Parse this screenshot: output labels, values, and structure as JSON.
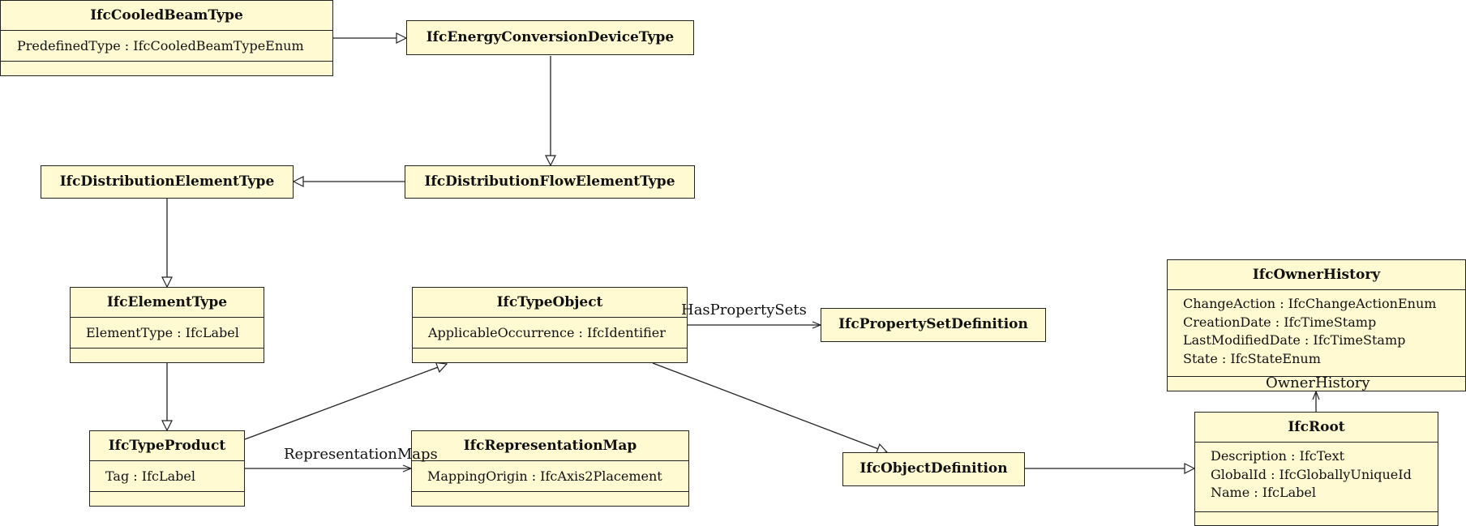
{
  "classes": {
    "cooled_beam_type": {
      "name": "IfcCooledBeamType",
      "attributes": [
        "PredefinedType : IfcCooledBeamTypeEnum"
      ]
    },
    "energy_conversion_device_type": {
      "name": "IfcEnergyConversionDeviceType"
    },
    "distribution_flow_element_type": {
      "name": "IfcDistributionFlowElementType"
    },
    "distribution_element_type": {
      "name": "IfcDistributionElementType"
    },
    "element_type": {
      "name": "IfcElementType",
      "attributes": [
        "ElementType : IfcLabel"
      ]
    },
    "type_object": {
      "name": "IfcTypeObject",
      "attributes": [
        "ApplicableOccurrence : IfcIdentifier"
      ]
    },
    "property_set_definition": {
      "name": "IfcPropertySetDefinition"
    },
    "owner_history": {
      "name": "IfcOwnerHistory",
      "attributes": [
        "ChangeAction : IfcChangeActionEnum",
        "CreationDate : IfcTimeStamp",
        "LastModifiedDate : IfcTimeStamp",
        "State : IfcStateEnum"
      ]
    },
    "type_product": {
      "name": "IfcTypeProduct",
      "attributes": [
        "Tag : IfcLabel"
      ]
    },
    "representation_map": {
      "name": "IfcRepresentationMap",
      "attributes": [
        "MappingOrigin : IfcAxis2Placement"
      ]
    },
    "object_definition": {
      "name": "IfcObjectDefinition"
    },
    "root": {
      "name": "IfcRoot",
      "attributes": [
        "Description : IfcText",
        "GlobalId : IfcGloballyUniqueId",
        "Name : IfcLabel"
      ]
    }
  },
  "relations": [
    {
      "kind": "generalization",
      "from": "cooled_beam_type",
      "to": "energy_conversion_device_type"
    },
    {
      "kind": "generalization",
      "from": "energy_conversion_device_type",
      "to": "distribution_flow_element_type"
    },
    {
      "kind": "generalization",
      "from": "distribution_flow_element_type",
      "to": "distribution_element_type"
    },
    {
      "kind": "generalization",
      "from": "distribution_element_type",
      "to": "element_type"
    },
    {
      "kind": "generalization",
      "from": "element_type",
      "to": "type_product"
    },
    {
      "kind": "generalization",
      "from": "type_product",
      "to": "type_object"
    },
    {
      "kind": "generalization",
      "from": "type_object",
      "to": "object_definition"
    },
    {
      "kind": "generalization",
      "from": "object_definition",
      "to": "root"
    },
    {
      "kind": "association",
      "from": "type_object",
      "to": "property_set_definition",
      "label": "HasPropertySets"
    },
    {
      "kind": "association",
      "from": "type_product",
      "to": "representation_map",
      "label": "RepresentationMaps"
    },
    {
      "kind": "association",
      "from": "root",
      "to": "owner_history",
      "label": "OwnerHistory"
    }
  ]
}
